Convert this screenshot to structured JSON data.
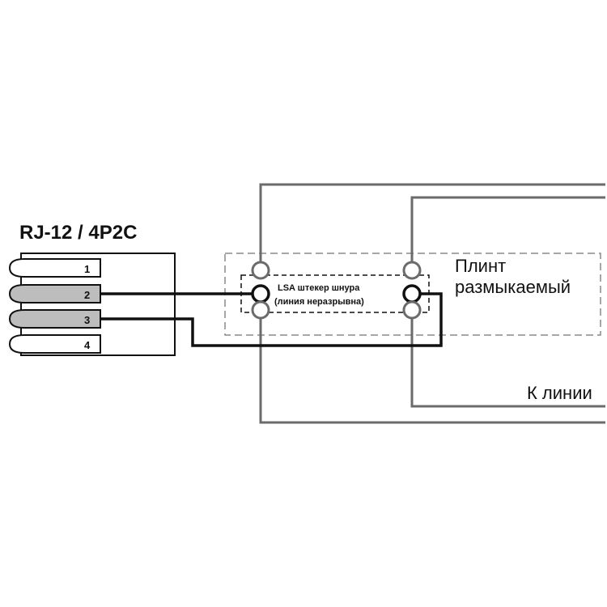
{
  "connector": {
    "title": "RJ-12 / 4P2C",
    "pins": [
      {
        "label": "1",
        "active": false
      },
      {
        "label": "2",
        "active": true
      },
      {
        "label": "3",
        "active": true
      },
      {
        "label": "4",
        "active": false
      }
    ]
  },
  "plug": {
    "line1": "LSA штекер шнура",
    "line2": "(линия неразрывна)"
  },
  "block": {
    "line1": "Плинт",
    "line2": "размыкаемый"
  },
  "line_label": "К линии",
  "colors": {
    "wire_active": "#111111",
    "wire_line": "#6b6b6b",
    "pin_fill_active": "#bdbdbd",
    "pin_fill_idle": "#ffffff",
    "dash": "#8a8a8a"
  }
}
